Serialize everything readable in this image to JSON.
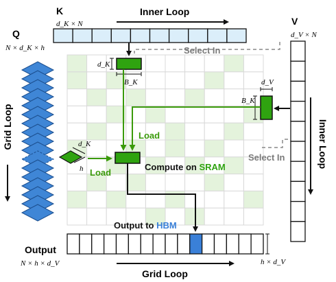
{
  "labels": {
    "k_title": "K",
    "k_dims": "d_K × N",
    "inner_loop_top": "Inner Loop",
    "select_in_top": "Select In",
    "q_title": "Q",
    "q_dims": "N × d_K × h",
    "grid_loop_left": "Grid Loop",
    "dk_k": "d_K",
    "bk_k": "B_K",
    "v_title": "V",
    "v_dims": "d_V × N",
    "dv_v": "d_V",
    "bk_v": "B_K",
    "load_v": "Load",
    "select_in_right": "Select In",
    "inner_loop_right": "Inner Loop",
    "dk_q": "d_K",
    "h_q": "h",
    "load_q": "Load",
    "compute_prefix": "Compute on ",
    "compute_highlight": "SRAM",
    "output_prefix": "Output to ",
    "output_highlight": "HBM",
    "output_title": "Output",
    "output_dims": "N × h × d_V",
    "output_side_dims": "h × d_V",
    "grid_loop_bottom": "Grid Loop"
  },
  "colors": {
    "green": "#3a9a0a",
    "green_fill": "#2fa310",
    "light_green": "#e4f3dc",
    "tile_blue": "#dbeefa",
    "q_blue": "#3f86d6",
    "hbm_blue": "#3a80d8",
    "gray": "#7a7a7a",
    "dark": "#111111"
  }
}
